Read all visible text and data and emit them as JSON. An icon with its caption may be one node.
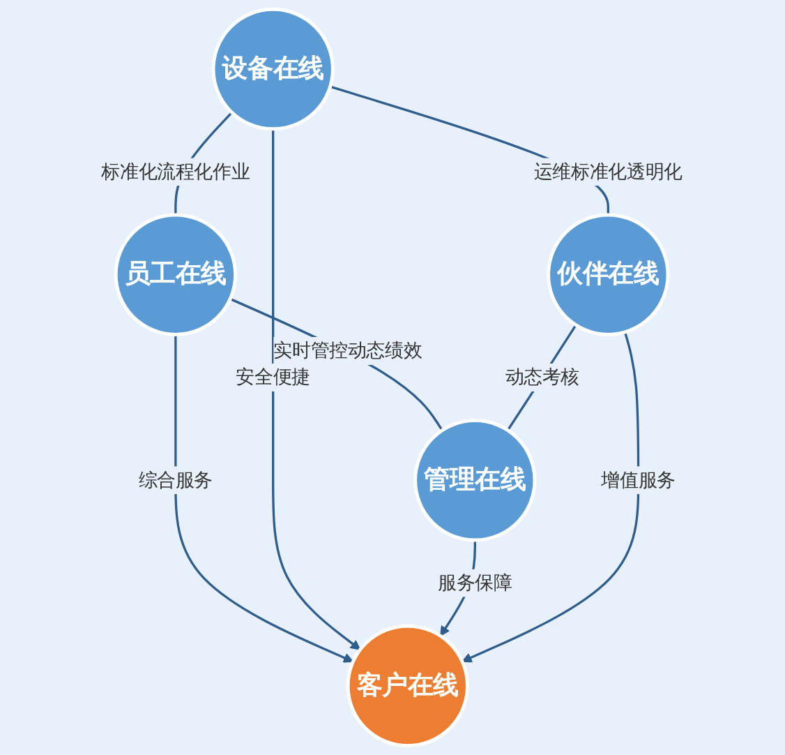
{
  "diagram": {
    "nodes": [
      {
        "text": [
          "员工在线"
        ]
      },
      {
        "text": [
          "设备在线"
        ]
      },
      {
        "text": [
          "客户在线"
        ]
      },
      {
        "text": [
          "管理在线"
        ]
      },
      {
        "text": [
          "伙伴在线"
        ]
      }
    ],
    "edges": [
      {
        "from": 0,
        "to": 2,
        "arrow": "to",
        "label": "综合服务"
      },
      {
        "from": 1,
        "to": 2,
        "arrow": "to",
        "label": "安全便捷"
      },
      {
        "from": 3,
        "to": 2,
        "arrow": "to",
        "label": "服务保障"
      },
      {
        "from": 4,
        "to": 2,
        "arrow": "to",
        "label": "增值服务"
      },
      {
        "from": 1,
        "to": 0,
        "arrow": "none",
        "label": "标准化流程化作业"
      },
      {
        "from": 0,
        "to": 3,
        "arrow": "none",
        "label": "实时管控动态绩效"
      },
      {
        "from": 1,
        "to": 4,
        "arrow": "none",
        "label": "运维标准化透明化"
      },
      {
        "from": 4,
        "to": 3,
        "arrow": "none",
        "label": "动态考核"
      }
    ]
  }
}
